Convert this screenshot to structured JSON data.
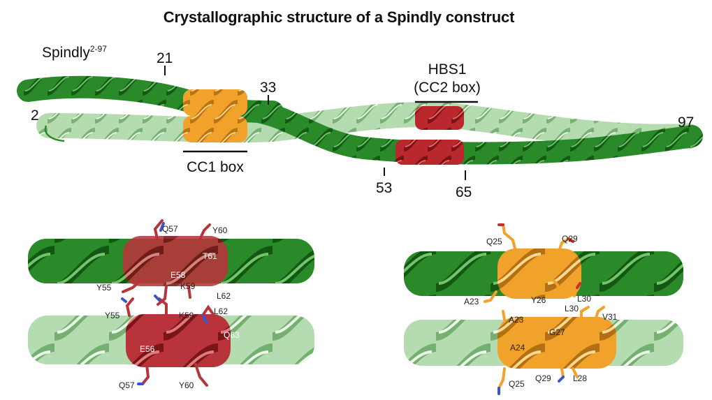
{
  "title": "Crystallographic structure of a Spindly construct",
  "overview": {
    "construct_label": "Spindly",
    "construct_superscript": "2-97",
    "residue_markers": [
      "2",
      "21",
      "33",
      "53",
      "65",
      "97"
    ],
    "cc1_label": "CC1 box",
    "hbs1_label": "HBS1",
    "cc2_label": "(CC2 box)"
  },
  "left_zoom": {
    "residues": [
      "Q57",
      "Y60",
      "T61",
      "E58",
      "K59",
      "L62",
      "Y55",
      "Y55",
      "K59",
      "L62",
      "Q63",
      "E56",
      "Q57",
      "Y60"
    ]
  },
  "right_zoom": {
    "residues": [
      "Q25",
      "Q29",
      "L30",
      "Y26",
      "A23",
      "L30",
      "A23",
      "V31",
      "G27",
      "A24",
      "Q29",
      "L28",
      "Q25"
    ]
  },
  "colors": {
    "dark_green": "#2a8a2a",
    "light_green": "#a9d6a6",
    "orange": "#f0a22a",
    "red": "#b8282c",
    "background": "#ffffff"
  }
}
